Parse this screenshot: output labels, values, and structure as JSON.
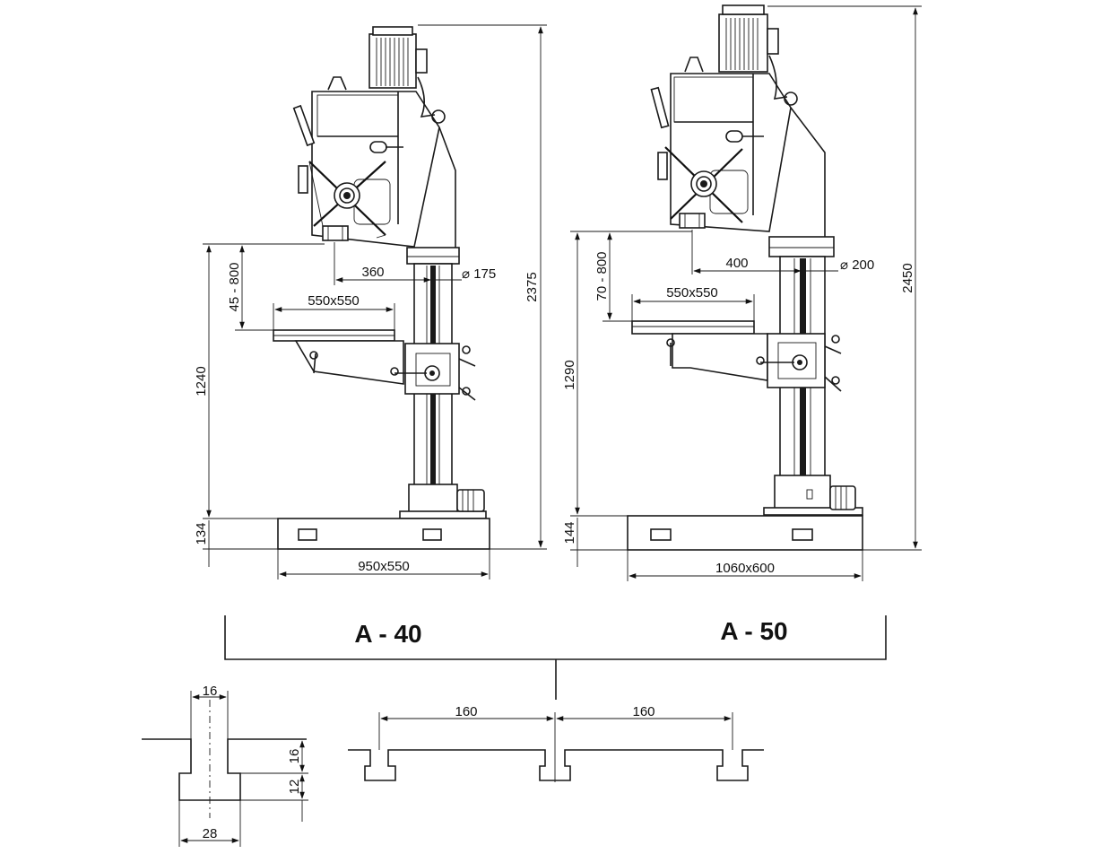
{
  "models": {
    "a40": {
      "title": "A - 40",
      "spindle_travel": "45 - 800",
      "reach": "360",
      "column": "⌀ 175",
      "table": "550x550",
      "table_height": "1240",
      "base_height": "134",
      "base": "950x550",
      "total_height": "2375"
    },
    "a50": {
      "title": "A - 50",
      "spindle_travel": "70 - 800",
      "reach": "400",
      "column": "⌀ 200",
      "table": "550x550",
      "table_height": "1290",
      "base_height": "144",
      "base": "1060x600",
      "total_height": "2450"
    }
  },
  "tslot": {
    "top_width": "16",
    "neck_depth": "16",
    "foot_depth": "12",
    "bottom_width": "28",
    "spacing_1": "160",
    "spacing_2": "160"
  }
}
